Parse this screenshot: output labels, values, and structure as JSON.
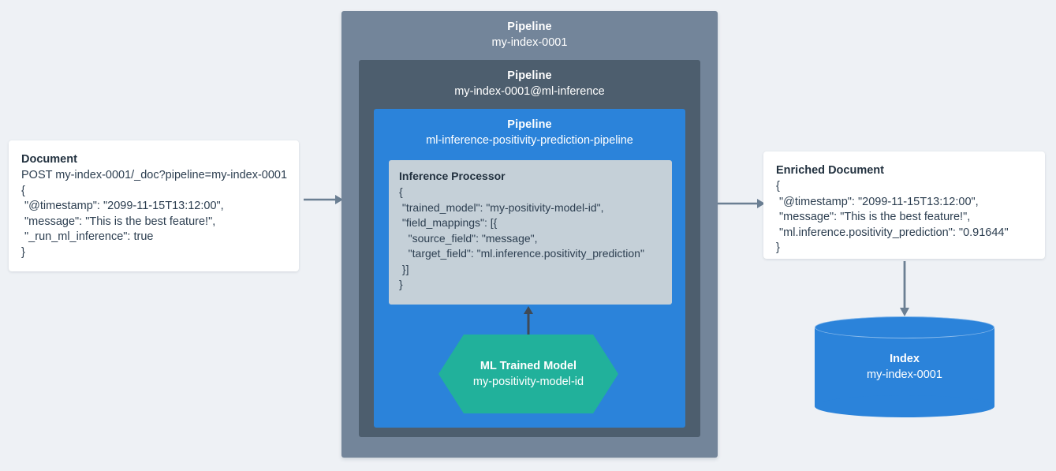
{
  "diagram": {
    "background_color": "#eef1f5",
    "accent_blue": "#2b83da",
    "slate_outer": "#73859a",
    "slate_middle": "#4d5e6e",
    "processor_panel": "#c5d0d8",
    "model_green": "#21b19b",
    "arrow_gray": "#6b7f93",
    "arrow_dark": "#3f4a56",
    "text_dark": "#2c3e50"
  },
  "document_card": {
    "title": "Document",
    "lines": [
      "POST my-index-0001/_doc?pipeline=my-index-0001",
      "{",
      " \"@timestamp\": \"2099-11-15T13:12:00\",",
      " \"message\": \"This is the best feature!\",",
      " \"_run_ml_inference\": true",
      "}"
    ]
  },
  "pipeline_outer": {
    "label": "Pipeline",
    "name": "my-index-0001"
  },
  "pipeline_middle": {
    "label": "Pipeline",
    "name": "my-index-0001@ml-inference"
  },
  "pipeline_inner": {
    "label": "Pipeline",
    "name": "ml-inference-positivity-prediction-pipeline"
  },
  "inference_processor": {
    "title": "Inference Processor",
    "lines": [
      "{",
      " \"trained_model\": \"my-positivity-model-id\",",
      " \"field_mappings\": [{",
      "   \"source_field\": \"message\",",
      "   \"target_field\": \"ml.inference.positivity_prediction\"",
      " }]",
      "}"
    ]
  },
  "ml_trained_model": {
    "label": "ML Trained Model",
    "name": "my-positivity-model-id"
  },
  "enriched_document": {
    "title": "Enriched Document",
    "lines": [
      "{",
      " \"@timestamp\": \"2099-11-15T13:12:00\",",
      " \"message\": \"This is the best feature!\",",
      " \"ml.inference.positivity_prediction\": \"0.91644\"",
      "}"
    ]
  },
  "index_node": {
    "label": "Index",
    "name": "my-index-0001"
  },
  "arrows": [
    {
      "name": "document-to-pipeline",
      "direction": "right"
    },
    {
      "name": "pipeline-to-enriched-document",
      "direction": "right"
    },
    {
      "name": "ml-model-to-inference-processor",
      "direction": "up"
    },
    {
      "name": "enriched-document-to-index",
      "direction": "down"
    }
  ]
}
